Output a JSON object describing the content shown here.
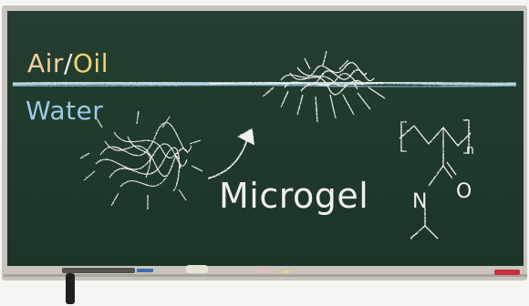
{
  "image": {
    "description_kind": "chalkboard-drawing",
    "colors": {
      "board": "#1f3a2c",
      "frame": "#b9b5ad",
      "chalk_white": "#f2f0ea",
      "chalk_blue": "#9cc9e6",
      "chalk_orange": "#f4cf9e",
      "chalk_yellow": "#f2d374",
      "interface_line": "#cfe7f5"
    }
  },
  "labels": {
    "air": "Air",
    "slash": "/",
    "oil": "Oil",
    "water": "Water",
    "microgel": "Microgel",
    "polymer_subscript": "n",
    "oxygen": "O",
    "nitrogen": "N"
  },
  "icons": {
    "bulk_microgel": "tangled-polymer-network-icon",
    "adsorbed_microgel": "flattened-microgel-icon",
    "arrow": "curved-arrow-icon",
    "structure": "pnipam-structure-icon",
    "eraser": "chalk-eraser-icon"
  }
}
